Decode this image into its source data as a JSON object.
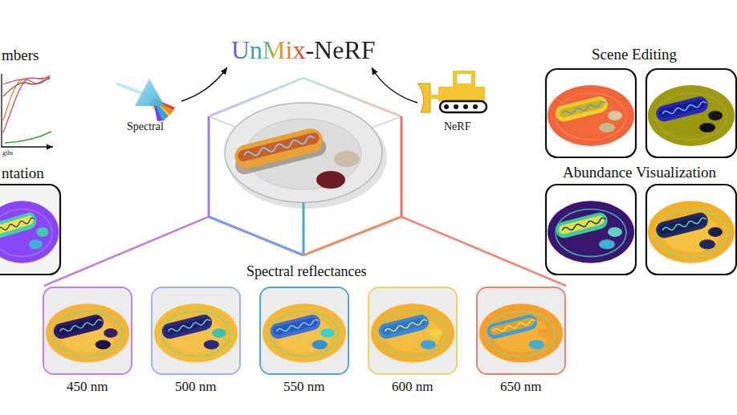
{
  "diagram": {
    "title": "UnMix-NeRF",
    "nodes": [
      {
        "text": [
          "450 nm"
        ]
      },
      {
        "text": [
          "500 nm"
        ]
      },
      {
        "text": [
          "550 nm"
        ]
      },
      {
        "text": [
          "600 nm"
        ]
      },
      {
        "text": [
          "650 nm"
        ]
      }
    ],
    "labels": [
      "mbers",
      "gths",
      "ntation",
      "Spectral",
      "NeRF",
      "Scene Editing",
      "Abundance Visualization",
      "Spectral reflectances"
    ]
  }
}
